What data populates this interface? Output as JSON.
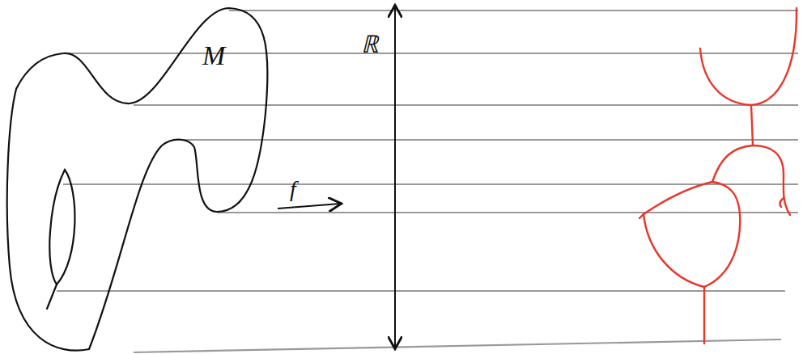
{
  "diagram": {
    "labels": [
      "M",
      "ℝ",
      "f"
    ]
  }
}
